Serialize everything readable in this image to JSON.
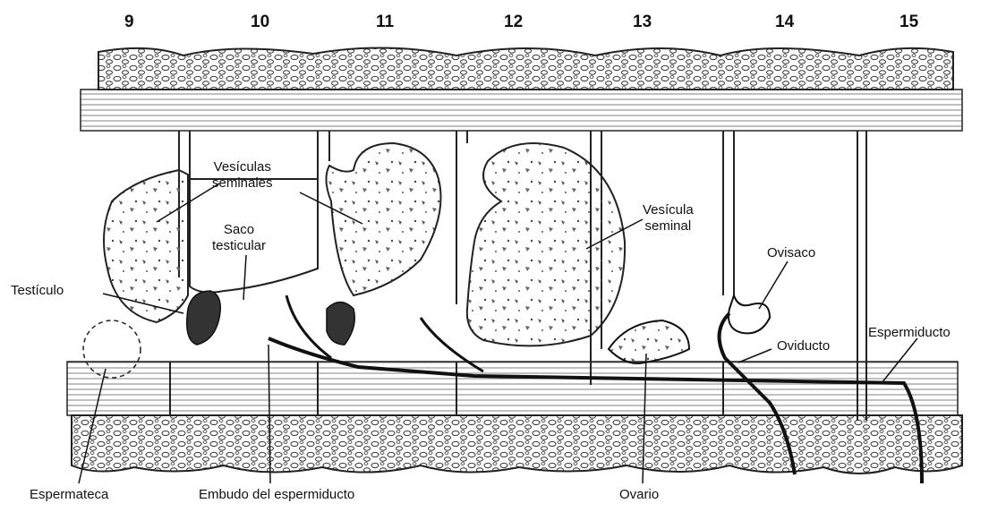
{
  "segments": [
    "9",
    "10",
    "11",
    "12",
    "13",
    "14",
    "15"
  ],
  "labels": {
    "vesiculas_seminales_1": "Vesículas",
    "vesiculas_seminales_2": "seminales",
    "saco_testicular_1": "Saco",
    "saco_testicular_2": "testicular",
    "vesicula_seminal_1": "Vesícula",
    "vesicula_seminal_2": "seminal",
    "testiculo": "Testículo",
    "ovisaco": "Ovisaco",
    "oviducto": "Oviducto",
    "espermiducto": "Espermiducto",
    "espermateca": "Espermateca",
    "embudo_espermiducto": "Embudo del espermiducto",
    "ovario": "Ovario"
  }
}
